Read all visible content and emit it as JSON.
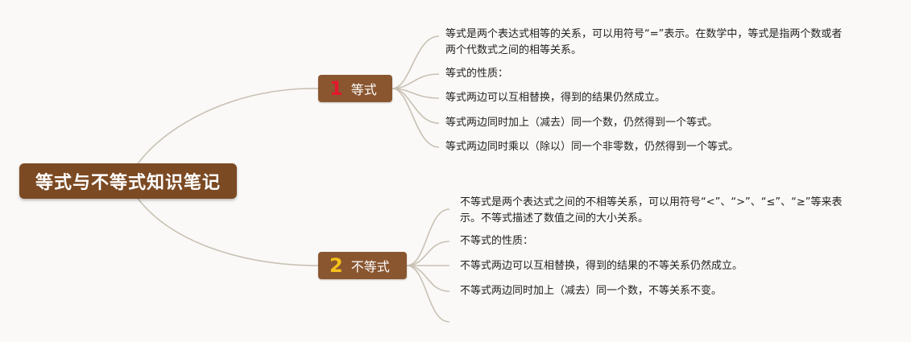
{
  "root": {
    "label": "等式与不等式知识笔记"
  },
  "branches": [
    {
      "number": "1",
      "label": "等式",
      "items": [
        "等式是两个表达式相等的关系，可以用符号“=”表示。在数学中，等式是指两个数或者两个代数式之间的相等关系。",
        "等式的性质：",
        "等式两边可以互相替换，得到的结果仍然成立。",
        "等式两边同时加上（减去）同一个数，仍然得到一个等式。",
        "等式两边同时乘以（除以）同一个非零数，仍然得到一个等式。"
      ]
    },
    {
      "number": "2",
      "label": "不等式",
      "items": [
        "不等式是两个表达式之间的不相等关系，可以用符号“<”、“>”、“≤”、“≥”等来表示。不等式描述了数值之间的大小关系。",
        "不等式的性质：",
        "不等式两边可以互相替换，得到的结果的不等关系仍然成立。",
        "不等式两边同时加上（减去）同一个数，不等关系不变。",
        ""
      ]
    }
  ],
  "colors": {
    "root_fill": "#7b4a23",
    "branch_fill": "#8a5630",
    "connector": "#c9c0b4",
    "number_1": "#e3182d",
    "number_2": "#f4c21b",
    "background": "#faf9f7"
  }
}
